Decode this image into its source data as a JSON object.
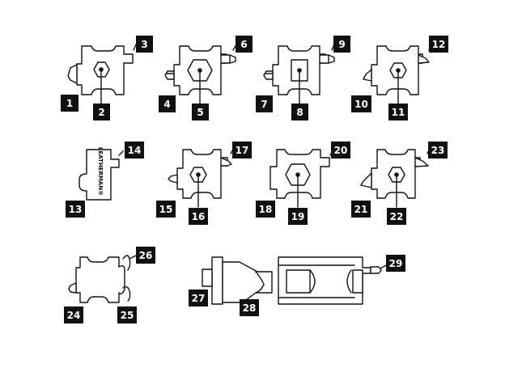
{
  "brand_text": "LEATHERMAN®",
  "labels": [
    "1",
    "2",
    "3",
    "4",
    "5",
    "6",
    "7",
    "8",
    "9",
    "10",
    "11",
    "12",
    "13",
    "14",
    "15",
    "16",
    "17",
    "18",
    "19",
    "20",
    "21",
    "22",
    "23",
    "24",
    "25",
    "26",
    "27",
    "28",
    "29"
  ]
}
